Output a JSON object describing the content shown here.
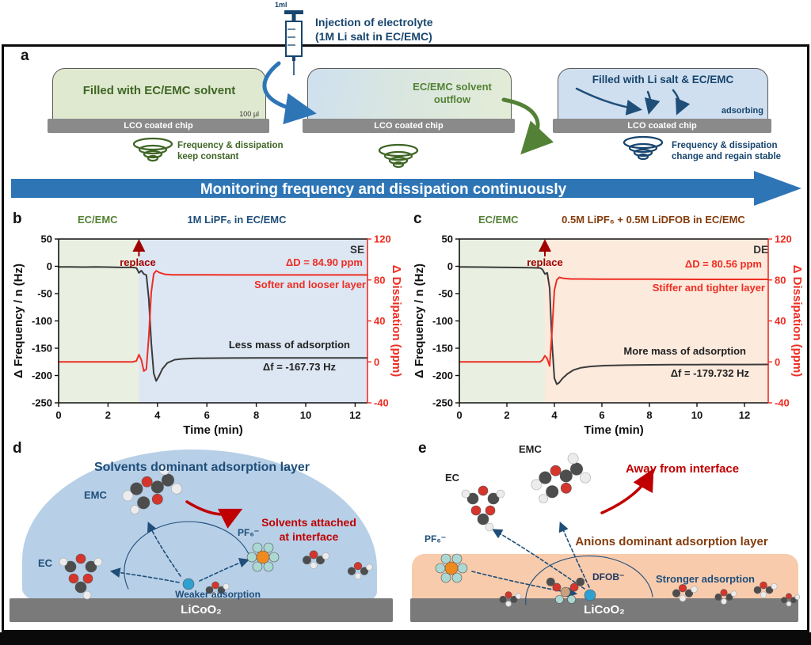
{
  "figure": {
    "panel_letters": {
      "a": "a",
      "b": "b",
      "c": "c",
      "d": "d",
      "e": "e"
    },
    "top": {
      "syringe_label": "1ml",
      "injection_line1": "Injection of electrolyte",
      "injection_line2": "(1M Li salt in EC/EMC)",
      "box1_label": "Filled with EC/EMC solvent",
      "box1_volume": "100 µl",
      "chip_label": "LCO coated chip",
      "outflow_line1": "EC/EMC solvent",
      "outflow_line2": "outflow",
      "box3_label": "Filled with Li salt & EC/EMC",
      "adsorbing_label": "adsorbing",
      "left_note_line1": "Frequency & dissipation",
      "left_note_line2": "keep constant",
      "right_note_line1": "Frequency & dissipation",
      "right_note_line2": "change and regain stable",
      "arrow_text": "Monitoring frequency and dissipation continuously"
    },
    "bottom": {
      "d_title": "Solvents dominant adsorption layer",
      "d_attached_line1": "Solvents attached",
      "d_attached_line2": "at interface",
      "d_weaker": "Weaker adsorption",
      "d_emc": "EMC",
      "d_ec": "EC",
      "d_pf6": "PF₆⁻",
      "d_substrate": "LiCoO₂",
      "e_title": "Anions dominant adsorption layer",
      "e_away": "Away from interface",
      "e_stronger": "Stronger adsorption",
      "e_emc": "EMC",
      "e_ec": "EC",
      "e_pf6": "PF₆⁻",
      "e_dfob": "DFOB⁻",
      "e_substrate": "LiCoO₂"
    }
  },
  "chart_data": [
    {
      "type": "line",
      "panel": "b",
      "region_label": "EC/EMC",
      "electrolyte_label": "1M LiPF₆ in EC/EMC",
      "xlabel": "Time (min)",
      "ylabel_left": "Δ Frequency / n (Hz)",
      "ylabel_right": "Δ Dissipation (ppm)",
      "xlim": [
        0,
        12.5
      ],
      "x_ticks": [
        0,
        2,
        4,
        6,
        8,
        10,
        12
      ],
      "ylim_left": [
        -250,
        50
      ],
      "left_ticks": [
        50,
        0,
        -50,
        -100,
        -150,
        -200,
        -250
      ],
      "ylim_right": [
        -40,
        120
      ],
      "right_ticks": [
        120,
        80,
        40,
        0,
        -40
      ],
      "replace_x": 3.25,
      "regions": [
        {
          "from": 0,
          "to": 3.25,
          "color": "#e9f0e1"
        },
        {
          "from": 3.25,
          "to": 12.5,
          "color": "#dde7f3"
        }
      ],
      "series": [
        {
          "name": "frequency",
          "axis": "left",
          "color": "#3b3b3b",
          "points": [
            [
              0,
              -1
            ],
            [
              0.5,
              -1
            ],
            [
              1,
              -1.5
            ],
            [
              1.5,
              -1
            ],
            [
              2,
              -1.5
            ],
            [
              2.5,
              -2
            ],
            [
              3.0,
              -2
            ],
            [
              3.15,
              -3
            ],
            [
              3.25,
              -12
            ],
            [
              3.35,
              -8
            ],
            [
              3.45,
              -14
            ],
            [
              3.55,
              -16
            ],
            [
              3.65,
              -60
            ],
            [
              3.75,
              -140
            ],
            [
              3.85,
              -196
            ],
            [
              3.95,
              -210
            ],
            [
              4.05,
              -202
            ],
            [
              4.2,
              -188
            ],
            [
              4.4,
              -177
            ],
            [
              4.7,
              -171
            ],
            [
              5.0,
              -169.5
            ],
            [
              5.5,
              -168.5
            ],
            [
              6,
              -168.2
            ],
            [
              7,
              -167.9
            ],
            [
              8,
              -167.8
            ],
            [
              9,
              -167.8
            ],
            [
              10,
              -167.7
            ],
            [
              11,
              -167.7
            ],
            [
              12.5,
              -167.7
            ]
          ]
        },
        {
          "name": "dissipation",
          "axis": "right",
          "color": "#ee2e24",
          "points": [
            [
              0,
              0
            ],
            [
              1,
              0
            ],
            [
              2,
              0
            ],
            [
              3.0,
              0
            ],
            [
              3.15,
              1
            ],
            [
              3.25,
              7
            ],
            [
              3.35,
              2
            ],
            [
              3.45,
              -9
            ],
            [
              3.55,
              -7
            ],
            [
              3.65,
              25
            ],
            [
              3.75,
              68
            ],
            [
              3.85,
              86
            ],
            [
              3.95,
              89
            ],
            [
              4.1,
              87
            ],
            [
              4.3,
              85.5
            ],
            [
              4.6,
              85
            ],
            [
              5,
              85
            ],
            [
              6,
              85
            ],
            [
              7,
              84.9
            ],
            [
              8,
              84.9
            ],
            [
              10,
              84.9
            ],
            [
              12.5,
              84.9
            ]
          ]
        }
      ],
      "annotations": {
        "replace": "replace",
        "corner": "SE",
        "delta_d": "ΔD = 84.90 ppm",
        "layer": "Softer and looser layer",
        "mass": "Less mass of adsorption",
        "delta_f": "Δf = -167.73 Hz"
      }
    },
    {
      "type": "line",
      "panel": "c",
      "region_label": "EC/EMC",
      "electrolyte_label": "0.5M LiPF₆ + 0.5M LiDFOB in EC/EMC",
      "xlabel": "Time (min)",
      "ylabel_left": "Δ Frequency / n (Hz)",
      "ylabel_right": "Δ Dissipation (ppm)",
      "xlim": [
        0,
        13
      ],
      "x_ticks": [
        0,
        2,
        4,
        6,
        8,
        10,
        12
      ],
      "ylim_left": [
        -250,
        50
      ],
      "left_ticks": [
        50,
        0,
        -50,
        -100,
        -150,
        -200,
        -250
      ],
      "ylim_right": [
        -40,
        120
      ],
      "right_ticks": [
        120,
        80,
        40,
        0,
        -40
      ],
      "replace_x": 3.6,
      "regions": [
        {
          "from": 0,
          "to": 3.6,
          "color": "#e9f0e1"
        },
        {
          "from": 3.6,
          "to": 13,
          "color": "#fceadd"
        }
      ],
      "series": [
        {
          "name": "frequency",
          "axis": "left",
          "color": "#3b3b3b",
          "points": [
            [
              0,
              -1
            ],
            [
              1,
              -1.5
            ],
            [
              2,
              -2
            ],
            [
              3,
              -2.5
            ],
            [
              3.4,
              -3
            ],
            [
              3.5,
              -6
            ],
            [
              3.6,
              -14
            ],
            [
              3.7,
              -12
            ],
            [
              3.8,
              -40
            ],
            [
              3.9,
              -140
            ],
            [
              4.0,
              -205
            ],
            [
              4.1,
              -216
            ],
            [
              4.2,
              -213
            ],
            [
              4.35,
              -205
            ],
            [
              4.55,
              -197
            ],
            [
              4.8,
              -190
            ],
            [
              5.1,
              -186
            ],
            [
              5.5,
              -183.5
            ],
            [
              6,
              -182
            ],
            [
              7,
              -181
            ],
            [
              8,
              -180.5
            ],
            [
              9,
              -180.2
            ],
            [
              10,
              -180
            ],
            [
              11,
              -179.9
            ],
            [
              12,
              -179.8
            ],
            [
              13,
              -179.73
            ]
          ]
        },
        {
          "name": "dissipation",
          "axis": "right",
          "color": "#ee2e24",
          "points": [
            [
              0,
              0
            ],
            [
              1,
              0
            ],
            [
              2,
              0
            ],
            [
              3,
              0
            ],
            [
              3.4,
              0
            ],
            [
              3.5,
              2
            ],
            [
              3.6,
              6
            ],
            [
              3.7,
              3
            ],
            [
              3.8,
              -4
            ],
            [
              3.9,
              30
            ],
            [
              4.0,
              70
            ],
            [
              4.1,
              80
            ],
            [
              4.2,
              82.5
            ],
            [
              4.4,
              81.5
            ],
            [
              4.7,
              81
            ],
            [
              5,
              81
            ],
            [
              6,
              80.8
            ],
            [
              8,
              80.7
            ],
            [
              10,
              80.6
            ],
            [
              13,
              80.56
            ]
          ]
        }
      ],
      "annotations": {
        "replace": "replace",
        "corner": "DE",
        "delta_d": "ΔD = 80.56 ppm",
        "layer": "Stiffer and tighter layer",
        "mass": "More mass of adsorption",
        "delta_f": "Δf = -179.732 Hz"
      }
    }
  ]
}
